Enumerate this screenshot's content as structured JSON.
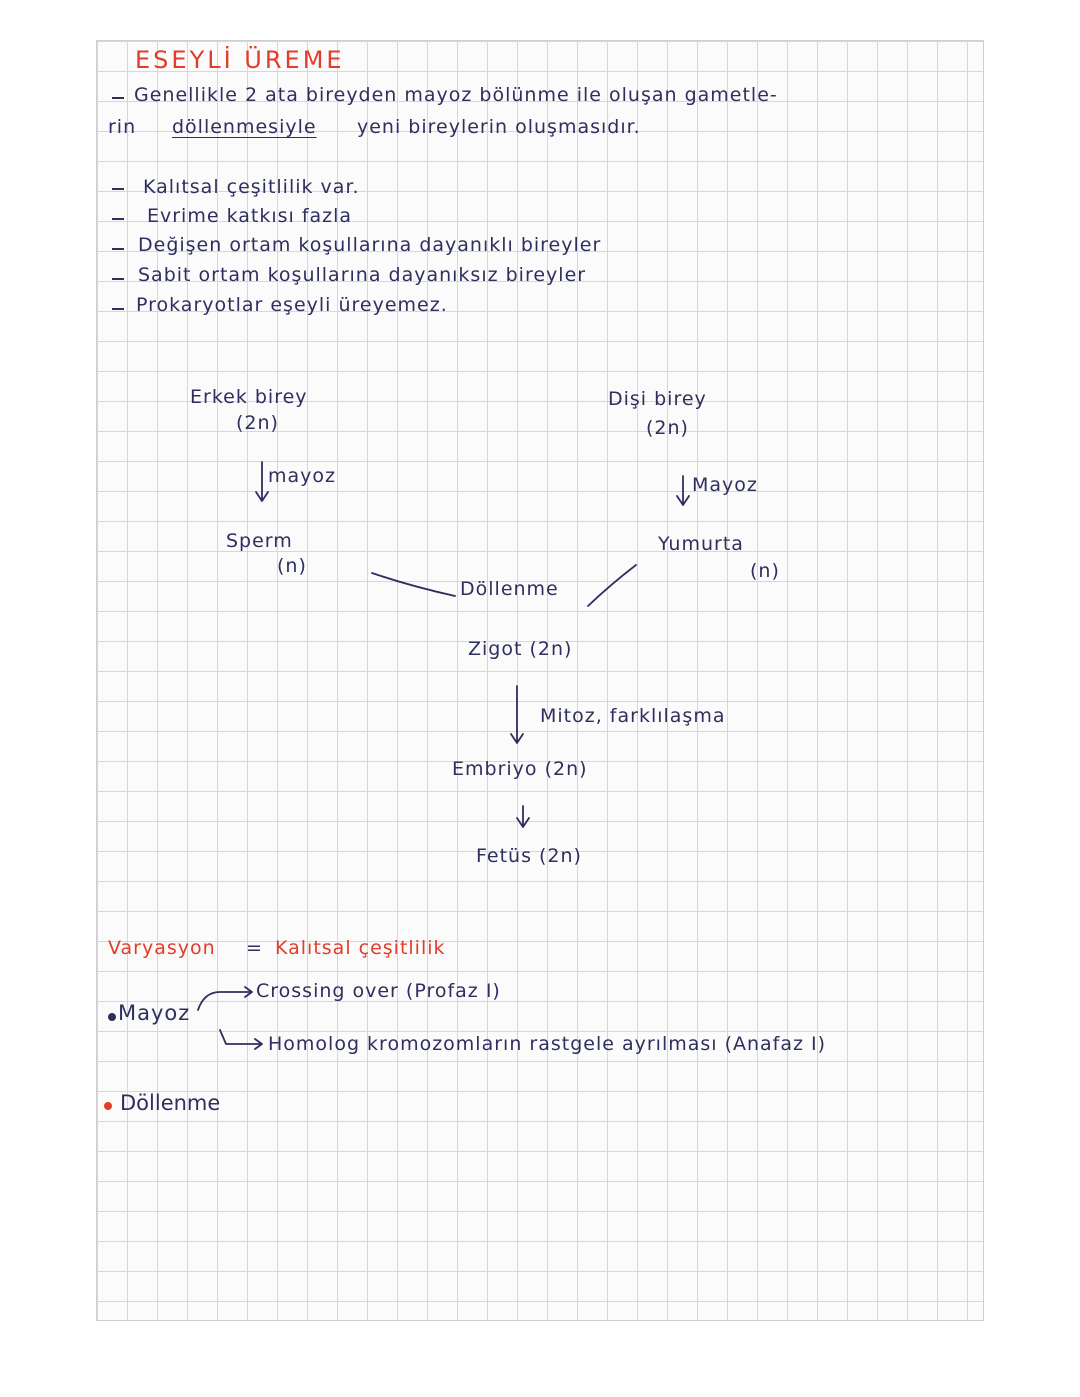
{
  "title": "ESEYLİ ÜREME",
  "definition": {
    "line1": "Genellikle 2 ata bireyden mayoz bölünme ile oluşan gamet­le-",
    "line2_prefix": "rin",
    "line2_underlined": "döllenmesiyle",
    "line2_rest": "yeni bireylerin oluşmasıdır."
  },
  "bullets": [
    "Kalıtsal çeşitlilik var.",
    "Evrime katkısı fazla",
    "Değişen ortam koşullarına dayanıklı bireyler",
    "Sabit ortam koşullarına dayanıksız bireyler",
    "Prokaryotlar eşeyli üreyemez."
  ],
  "diagram": {
    "male": "Erkek birey",
    "male_ploidy": "(2n)",
    "male_process": "mayoz",
    "sperm": "Sperm",
    "sperm_ploidy": "(n)",
    "female": "Dişi birey",
    "female_ploidy": "(2n)",
    "female_process": "Mayoz",
    "egg": "Yumurta",
    "egg_ploidy": "(n)",
    "fertilization": "Döllenme",
    "zygote": "Zigot (2n)",
    "zygote_process": "Mitoz, farklılaşma",
    "embryo": "Embriyo (2n)",
    "fetus": "Fetüs (2n)"
  },
  "variation": {
    "term": "Varyasyon",
    "equals": "=",
    "definition": "Kalıtsal çeşitlilik",
    "meiosis_label": "Mayoz",
    "meiosis_items": [
      "Crossing over (Profaz I)",
      "Homolog kromozomların rastgele ayrılması (Anafaz I)"
    ],
    "fertilization_label": "Döllenme"
  },
  "colors": {
    "ink": "#2f2f5f",
    "accent": "#e23c2a",
    "grid": "#d7d7d7"
  }
}
